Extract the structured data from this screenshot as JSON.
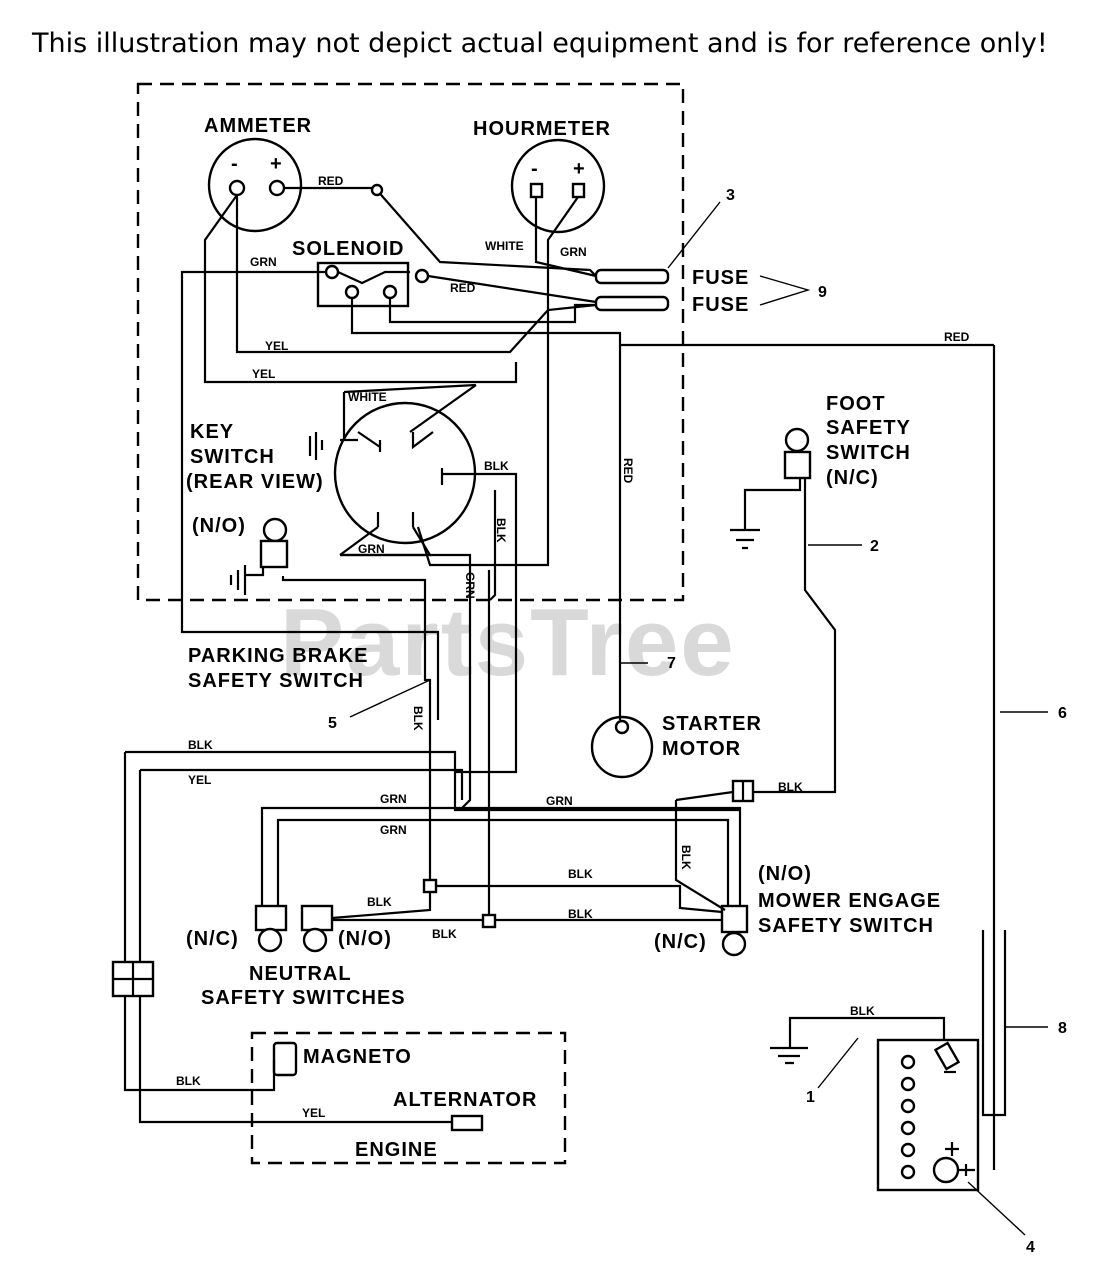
{
  "disclaimer": "This illustration may not depict actual equipment and is for reference only!",
  "watermark": "PartsTree",
  "components": {
    "ammeter": "AMMETER",
    "hourmeter": "HOURMETER",
    "solenoid": "SOLENOID",
    "fuse_1": "FUSE",
    "fuse_2": "FUSE",
    "key_switch_line1": "KEY",
    "key_switch_line2": "SWITCH",
    "key_switch_line3": "(REAR VIEW)",
    "foot_switch_line1": "FOOT",
    "foot_switch_line2": "SAFETY",
    "foot_switch_line3": "SWITCH",
    "foot_switch_line4": "(N/C)",
    "parking_no": "(N/O)",
    "parking_line1": "PARKING BRAKE",
    "parking_line2": "SAFETY SWITCH",
    "starter_line1": "STARTER",
    "starter_line2": "MOTOR",
    "mower_no": "(N/O)",
    "mower_line1": "MOWER ENGAGE",
    "mower_line2": "SAFETY SWITCH",
    "mower_nc": "(N/C)",
    "neutral_nc": "(N/C)",
    "neutral_no": "(N/O)",
    "neutral_line1": "NEUTRAL",
    "neutral_line2": "SAFETY SWITCHES",
    "magneto": "MAGNETO",
    "alternator": "ALTERNATOR",
    "engine": "ENGINE"
  },
  "meter_signs": {
    "minus": "-",
    "plus": "+"
  },
  "wire_labels": {
    "red_ammeter": "RED",
    "grn_solenoid": "GRN",
    "white_hourmeter": "WHITE",
    "grn_hourmeter": "GRN",
    "red_solenoid": "RED",
    "yel_1": "YEL",
    "yel_2": "YEL",
    "red_long": "RED",
    "white_key": "WHITE",
    "blk_key": "BLK",
    "blk_key_vertical": "BLK",
    "grn_key": "GRN",
    "grn_vertical": "GRN",
    "red_starter": "RED",
    "blk_parking": "BLK",
    "blk_left": "BLK",
    "yel_left": "YEL",
    "grn_upper_left": "GRN",
    "grn_upper_right": "GRN",
    "grn_lower": "GRN",
    "blk_foot": "BLK",
    "blk_mower_vertical": "BLK",
    "blk_mid": "BLK",
    "blk_neutral_no": "BLK",
    "blk_lower_right": "BLK",
    "blk_lower_left": "BLK",
    "blk_battery": "BLK",
    "blk_magneto": "BLK",
    "yel_alternator": "YEL"
  },
  "callouts": {
    "n1": "1",
    "n2": "2",
    "n3": "3",
    "n4": "4",
    "n5": "5",
    "n6": "6",
    "n7": "7",
    "n8": "8",
    "n9": "9"
  }
}
